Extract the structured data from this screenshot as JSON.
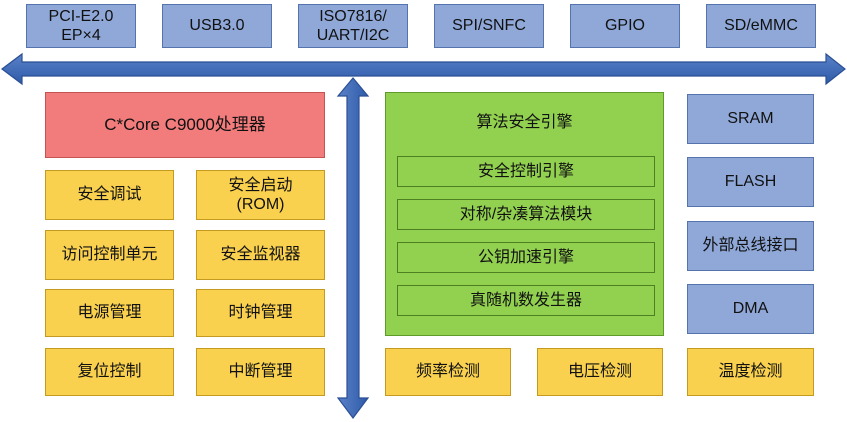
{
  "interfaces": [
    {
      "line1": "PCI-E2.0",
      "line2": "EP×4"
    },
    {
      "line1": "USB3.0",
      "line2": ""
    },
    {
      "line1": "ISO7816/",
      "line2": "UART/I2C"
    },
    {
      "line1": "SPI/SNFC",
      "line2": ""
    },
    {
      "line1": "GPIO",
      "line2": ""
    },
    {
      "line1": "SD/eMMC",
      "line2": ""
    }
  ],
  "processor": "C*Core C9000处理器",
  "left_modules": [
    {
      "line1": "安全调试",
      "line2": ""
    },
    {
      "line1": "安全启动",
      "line2": "(ROM)"
    },
    {
      "line1": "访问控制单元",
      "line2": ""
    },
    {
      "line1": "安全监视器",
      "line2": ""
    },
    {
      "line1": "电源管理",
      "line2": ""
    },
    {
      "line1": "时钟管理",
      "line2": ""
    },
    {
      "line1": "复位控制",
      "line2": ""
    },
    {
      "line1": "中断管理",
      "line2": ""
    }
  ],
  "algorithm_engine": {
    "title": "算法安全引擎",
    "items": [
      "安全控制引擎",
      "对称/杂凑算法模块",
      "公钥加速引擎",
      "真随机数发生器"
    ]
  },
  "memory_blocks": [
    "SRAM",
    "FLASH",
    "外部总线接口",
    "DMA"
  ],
  "detectors": [
    "频率检测",
    "电压检测",
    "温度检测"
  ],
  "colors": {
    "interface": "#8fa8d8",
    "processor": "#f27c7c",
    "module": "#f9d14e",
    "engine": "#92d050",
    "bus_arrow": "#3f66b0"
  }
}
